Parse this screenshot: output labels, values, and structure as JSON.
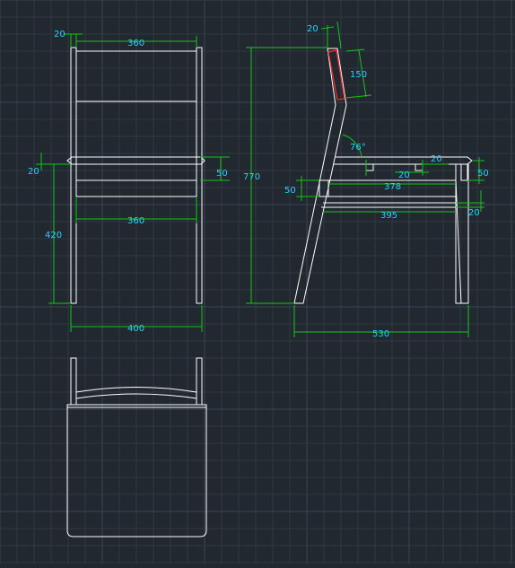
{
  "canvas": {
    "background": "#212830",
    "grid_color": "#2f3844",
    "grid_major_color": "#3a4552",
    "geometry_color": "#ffffff",
    "dimension_line_color": "#17c317",
    "dimension_text_color": "#22d3ff",
    "highlight_color": "#ff2a2a"
  },
  "front_view": {
    "dim_top_gap": "20",
    "dim_top_width": "360",
    "dim_seat_thickness": "50",
    "dim_seat_left_gap": "20",
    "dim_rail_width": "360",
    "dim_seat_height": "420",
    "dim_overall_width": "400"
  },
  "side_view": {
    "dim_top_gap": "20",
    "dim_backrest_length": "150",
    "dim_overall_height": "770",
    "dim_angle": "76°",
    "dim_block_a": "20",
    "dim_block_b": "20",
    "dim_seat_thickness": "50",
    "dim_rail_depth_left": "50",
    "dim_rail_length_upper": "378",
    "dim_rail_length_lower": "395",
    "dim_rail_gap_right": "20",
    "dim_overall_depth": "530"
  }
}
